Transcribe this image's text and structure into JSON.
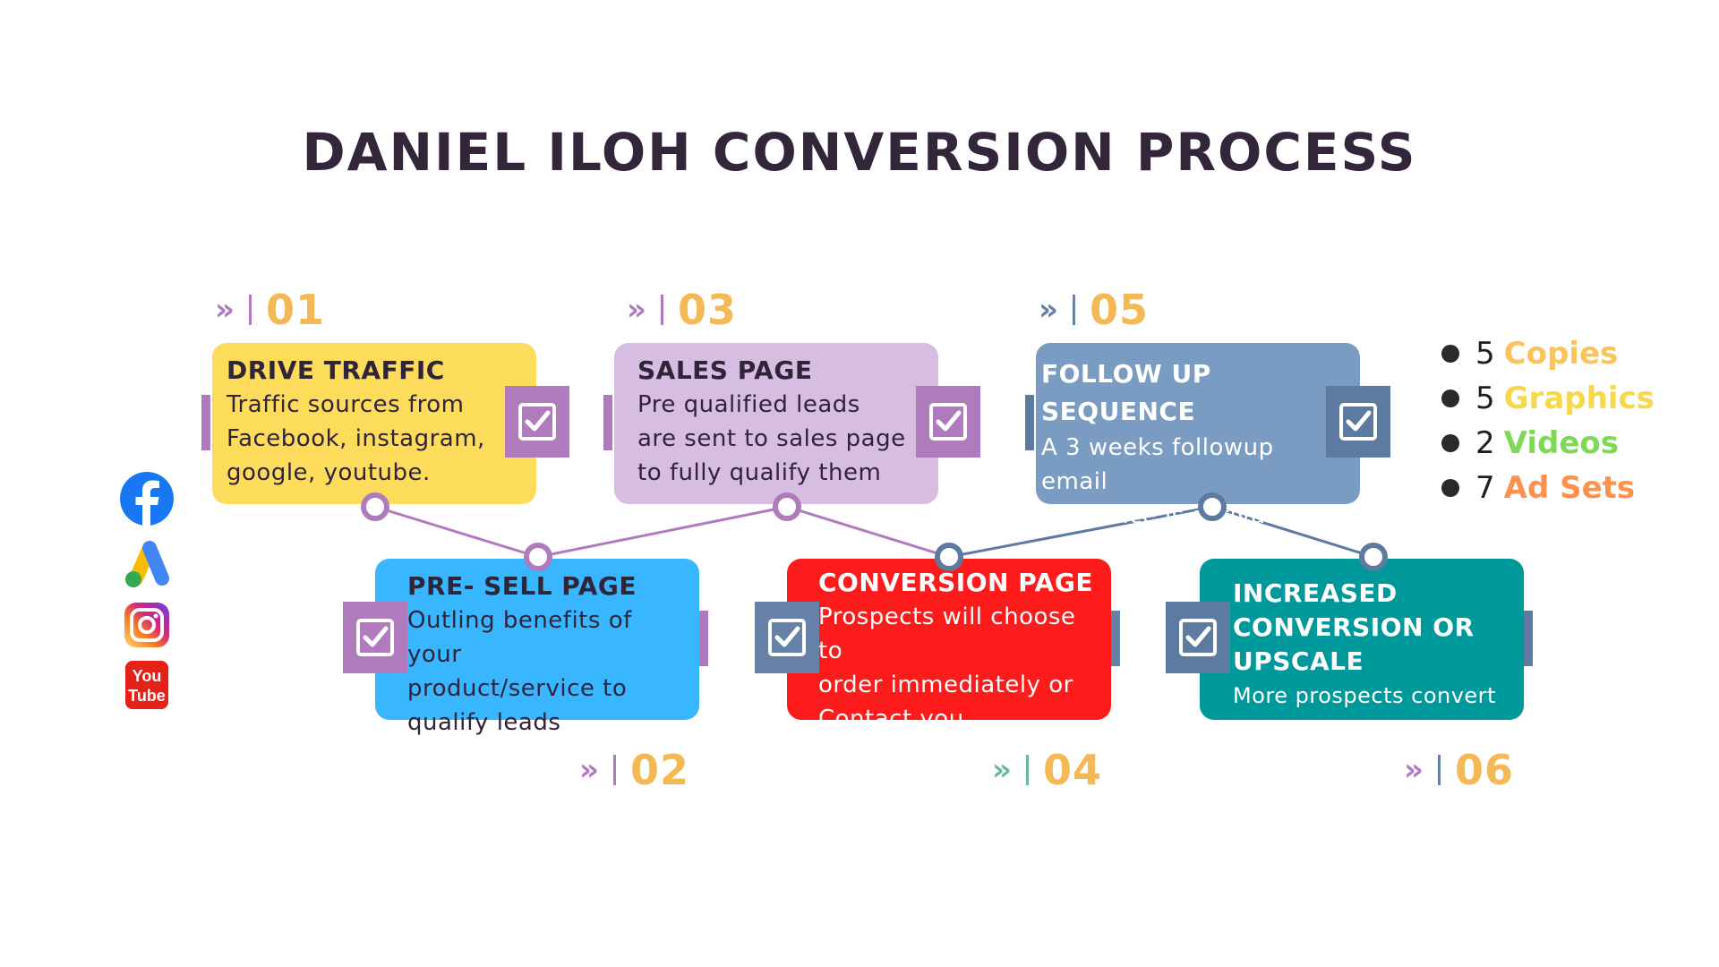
{
  "title": "DANIEL ILOH CONVERSION PROCESS",
  "steps": [
    {
      "number": "01",
      "heading": "DRIVE TRAFFIC",
      "lines": [
        "Traffic sources from",
        "Facebook, instagram,",
        "google, youtube."
      ],
      "color": "#fddc5c",
      "accent": "#b07bbd"
    },
    {
      "number": "02",
      "heading": "PRE- SELL PAGE",
      "lines": [
        "Outling benefits of your",
        "product/service to",
        "qualify leads"
      ],
      "color": "#38b6ff",
      "accent": "#b07bbd"
    },
    {
      "number": "03",
      "heading": "SALES PAGE",
      "lines": [
        "Pre qualified leads",
        "are sent to sales page",
        "to fully qualify them"
      ],
      "color": "#d8bde2",
      "accent": "#b07bbd"
    },
    {
      "number": "04",
      "heading": "CONVERSION PAGE",
      "lines": [
        "Prospects will choose to",
        "order immediately or",
        "Contact you personally"
      ],
      "color": "#ff1b1c",
      "accent": "#6581a8"
    },
    {
      "number": "05",
      "heading_lines": [
        "FOLLOW UP",
        "SEQUENCE"
      ],
      "lines": [
        "A 3 weeks followup email",
        "sequence is activated"
      ],
      "color": "#7b9cc2",
      "accent": "#5d7ba1"
    },
    {
      "number": "06",
      "heading_lines": [
        "INCREASED",
        "CONVERSION OR",
        "UPSCALE"
      ],
      "lines": [
        "More prospects convert"
      ],
      "color": "#00999b",
      "accent": "#5d7ba1"
    }
  ],
  "step_chevron": "»",
  "social_icons": [
    "facebook-icon",
    "google-ads-icon",
    "instagram-icon",
    "youtube-icon"
  ],
  "youtube_text": [
    "You",
    "Tube"
  ],
  "deliverables": [
    {
      "count": "5",
      "label": "Copies",
      "color": "#fcc35b"
    },
    {
      "count": "5",
      "label": "Graphics",
      "color": "#f6d84a"
    },
    {
      "count": "2",
      "label": "Videos",
      "color": "#7ed957"
    },
    {
      "count": "7",
      "label": "Ad Sets",
      "color": "#ff914d"
    }
  ],
  "colors": {
    "purple_line": "#b07bbd",
    "blue_line": "#5d7ba1",
    "number_orange": "#f4b854"
  }
}
